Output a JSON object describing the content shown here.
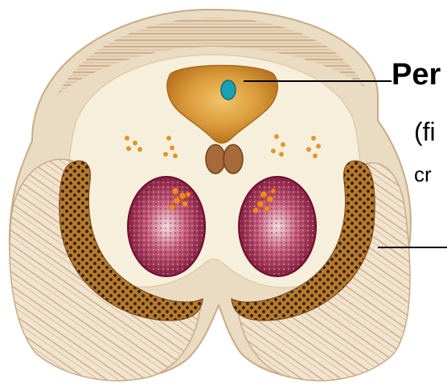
{
  "labels": {
    "main": "Per",
    "line2": "(fi",
    "line3": "cr"
  },
  "colors": {
    "background": "#ffffff",
    "tissue_outer": "#eadcc3",
    "tissue_inner": "#f6efdc",
    "periaqueductal": "#d6922f",
    "aqueduct": "#1aa0b3",
    "red_nucleus": "#8b1e3f",
    "substantia_nigra": "#9a6a2a",
    "leader_line": "#000000"
  }
}
